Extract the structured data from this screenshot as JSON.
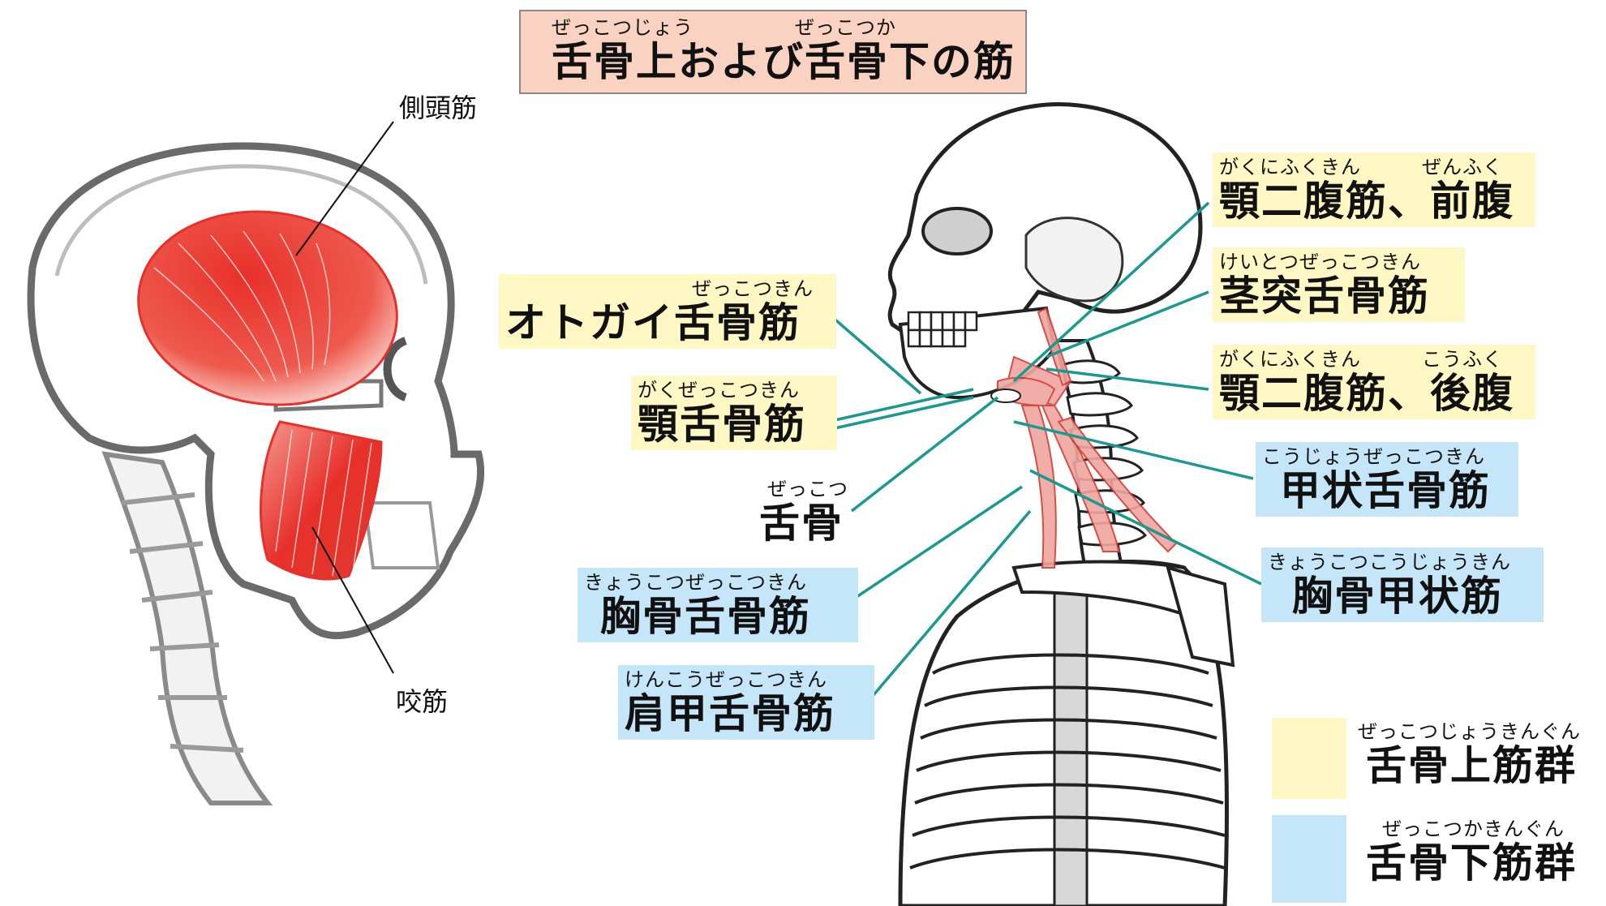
{
  "title": {
    "ruby": "ぜっこつじょう　　　　　ぜっこつか",
    "text": "舌骨上および舌骨下の筋"
  },
  "left_labels": {
    "temporalis": "側頭筋",
    "masseter": "咬筋"
  },
  "labels": {
    "digastric_anterior": {
      "ruby": "がくにふくきん　　　ぜんふく",
      "text": "顎二腹筋、前腹"
    },
    "stylohyoid": {
      "ruby": "けいとつぜっこつきん",
      "text": "茎突舌骨筋"
    },
    "digastric_posterior": {
      "ruby": "がくにふくきん　　　こうふく",
      "text": "顎二腹筋、後腹"
    },
    "thyrohyoid": {
      "ruby": "こうじょうぜっこつきん",
      "text": "甲状舌骨筋"
    },
    "sternothyroid": {
      "ruby": "きょうこつこうじょうきん",
      "text": "胸骨甲状筋"
    },
    "geniohyoid": {
      "ruby": "ぜっこつきん",
      "text": "オトガイ舌骨筋"
    },
    "mylohyoid": {
      "ruby": "がくぜっこつきん",
      "text": "顎舌骨筋"
    },
    "hyoid": {
      "ruby": "ぜっこつ",
      "text": "舌骨"
    },
    "sternohyoid": {
      "ruby": "きょうこつぜっこつきん",
      "text": "胸骨舌骨筋"
    },
    "omohyoid": {
      "ruby": "けんこうぜっこつきん",
      "text": "肩甲舌骨筋"
    }
  },
  "legend": {
    "suprahyoid": {
      "ruby": "ぜっこつじょうきんぐん",
      "text": "舌骨上筋群",
      "color": "#fff8c4"
    },
    "infrahyoid": {
      "ruby": "ぜっこつかきんぐん",
      "text": "舌骨下筋群",
      "color": "#c4e6f8"
    }
  },
  "colors": {
    "muscle": "#e8302a",
    "leader_line": "#1a9a8e",
    "bone_outline": "#222222",
    "bone_fill": "#ffffff",
    "bone_shade": "#d8d8d8"
  }
}
